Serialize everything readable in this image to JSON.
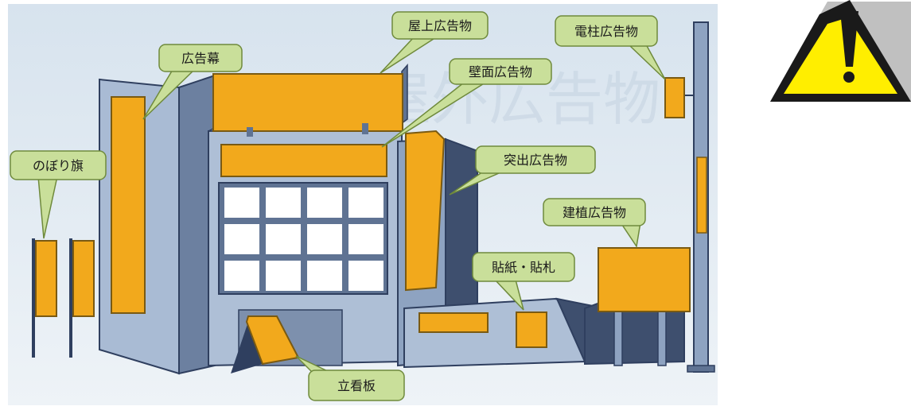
{
  "colors": {
    "background_light": "#dfe9f1",
    "sign_fill": "#f2a91c",
    "sign_stroke": "#7a5a12",
    "building_blue": "#9fb3ce",
    "building_dark": "#5f7393",
    "building_outline": "#2f3f5f",
    "callout_fill": "#c9df9a",
    "callout_stroke": "#6f8a3c",
    "warning_yellow": "#ffee00"
  },
  "labels": {
    "okujo": "屋上広告物",
    "denchu": "電柱広告物",
    "kokokumaku": "広告幕",
    "hekimen": "壁面広告物",
    "nobori": "のぼり旗",
    "tosshutsu": "突出広告物",
    "tate": "建植広告物",
    "harigami": "貼紙・貼札",
    "tatekanban": "立看板"
  },
  "background_text": {
    "ghost_heading": "屋外広告物"
  },
  "icons": {
    "warning": "warning-triangle-icon",
    "warning_symbol": "!"
  }
}
